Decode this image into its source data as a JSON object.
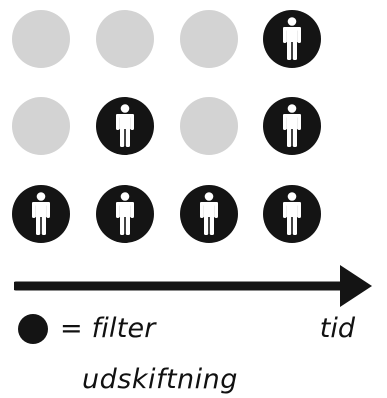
{
  "grid": {
    "rows": [
      [
        "empty",
        "empty",
        "empty",
        "person"
      ],
      [
        "empty",
        "person",
        "empty",
        "person"
      ],
      [
        "person",
        "person",
        "person",
        "person"
      ]
    ],
    "icon": "person-icon"
  },
  "colors": {
    "empty": "#d3d3d3",
    "filled": "#141414",
    "arrow": "#141414"
  },
  "legend": {
    "line1": "= filter",
    "line2": "udskiftning"
  },
  "axis": {
    "label": "tid"
  }
}
